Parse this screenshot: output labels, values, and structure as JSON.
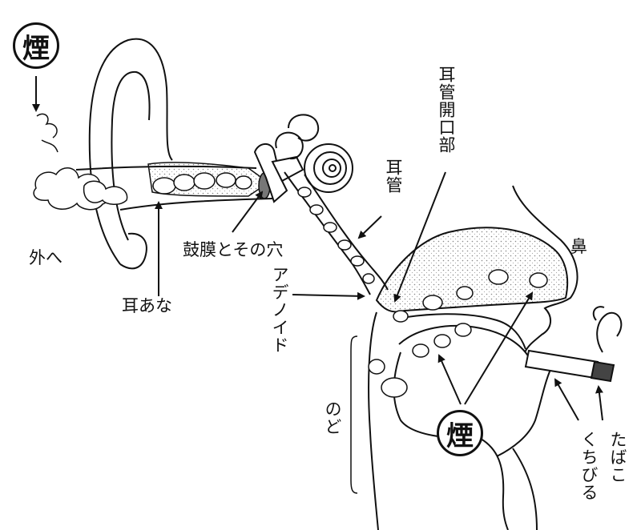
{
  "badges": {
    "smoke_top": "煙",
    "smoke_bottom": "煙"
  },
  "labels": {
    "outer_ear": "外へ",
    "ear_canal": "耳あな",
    "eardrum": "鼓膜とその穴",
    "adenoid": "アデノイド",
    "eustachian_tube": "耳管",
    "tube_opening": "耳管開口部",
    "nose": "鼻",
    "throat": "のど",
    "lips": "くちびる",
    "cigarette": "たばこ"
  },
  "icons": {
    "arrow": "arrow-icon",
    "smoke": "smoke-puff-icon",
    "cigarette": "cigarette-icon"
  },
  "colors": {
    "ink": "#111111",
    "paper": "#ffffff",
    "stipple": "#bbbbbb"
  }
}
